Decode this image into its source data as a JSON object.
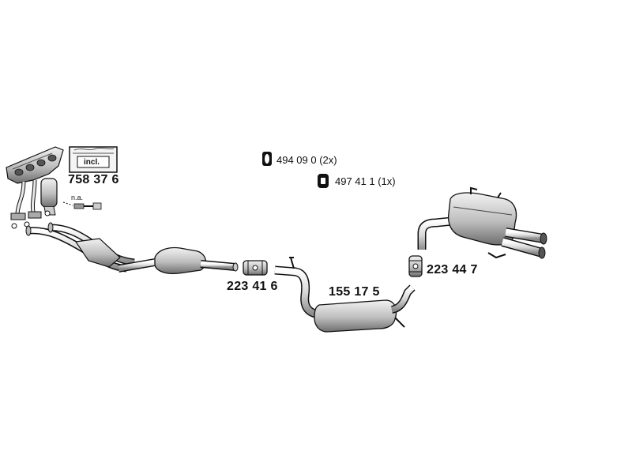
{
  "parts": {
    "manifold_kit": {
      "number": "758 37 6",
      "incl_label": "incl.",
      "na_label": "n.a."
    },
    "front_clamp": {
      "number": "223 41 6"
    },
    "middle_silencer": {
      "number": "155 17 5"
    },
    "rear_clamp": {
      "number": "223 44 7"
    }
  },
  "hardware": [
    {
      "number": "494 09 0 (2x)",
      "icon": "hanger-ring-icon"
    },
    {
      "number": "497 41 1 (1x)",
      "icon": "hanger-block-icon"
    }
  ],
  "colors": {
    "line": "#111111",
    "fill_light": "#e6e6e6",
    "fill_mid": "#bdbdbd",
    "fill_dark": "#8c8c8c"
  }
}
